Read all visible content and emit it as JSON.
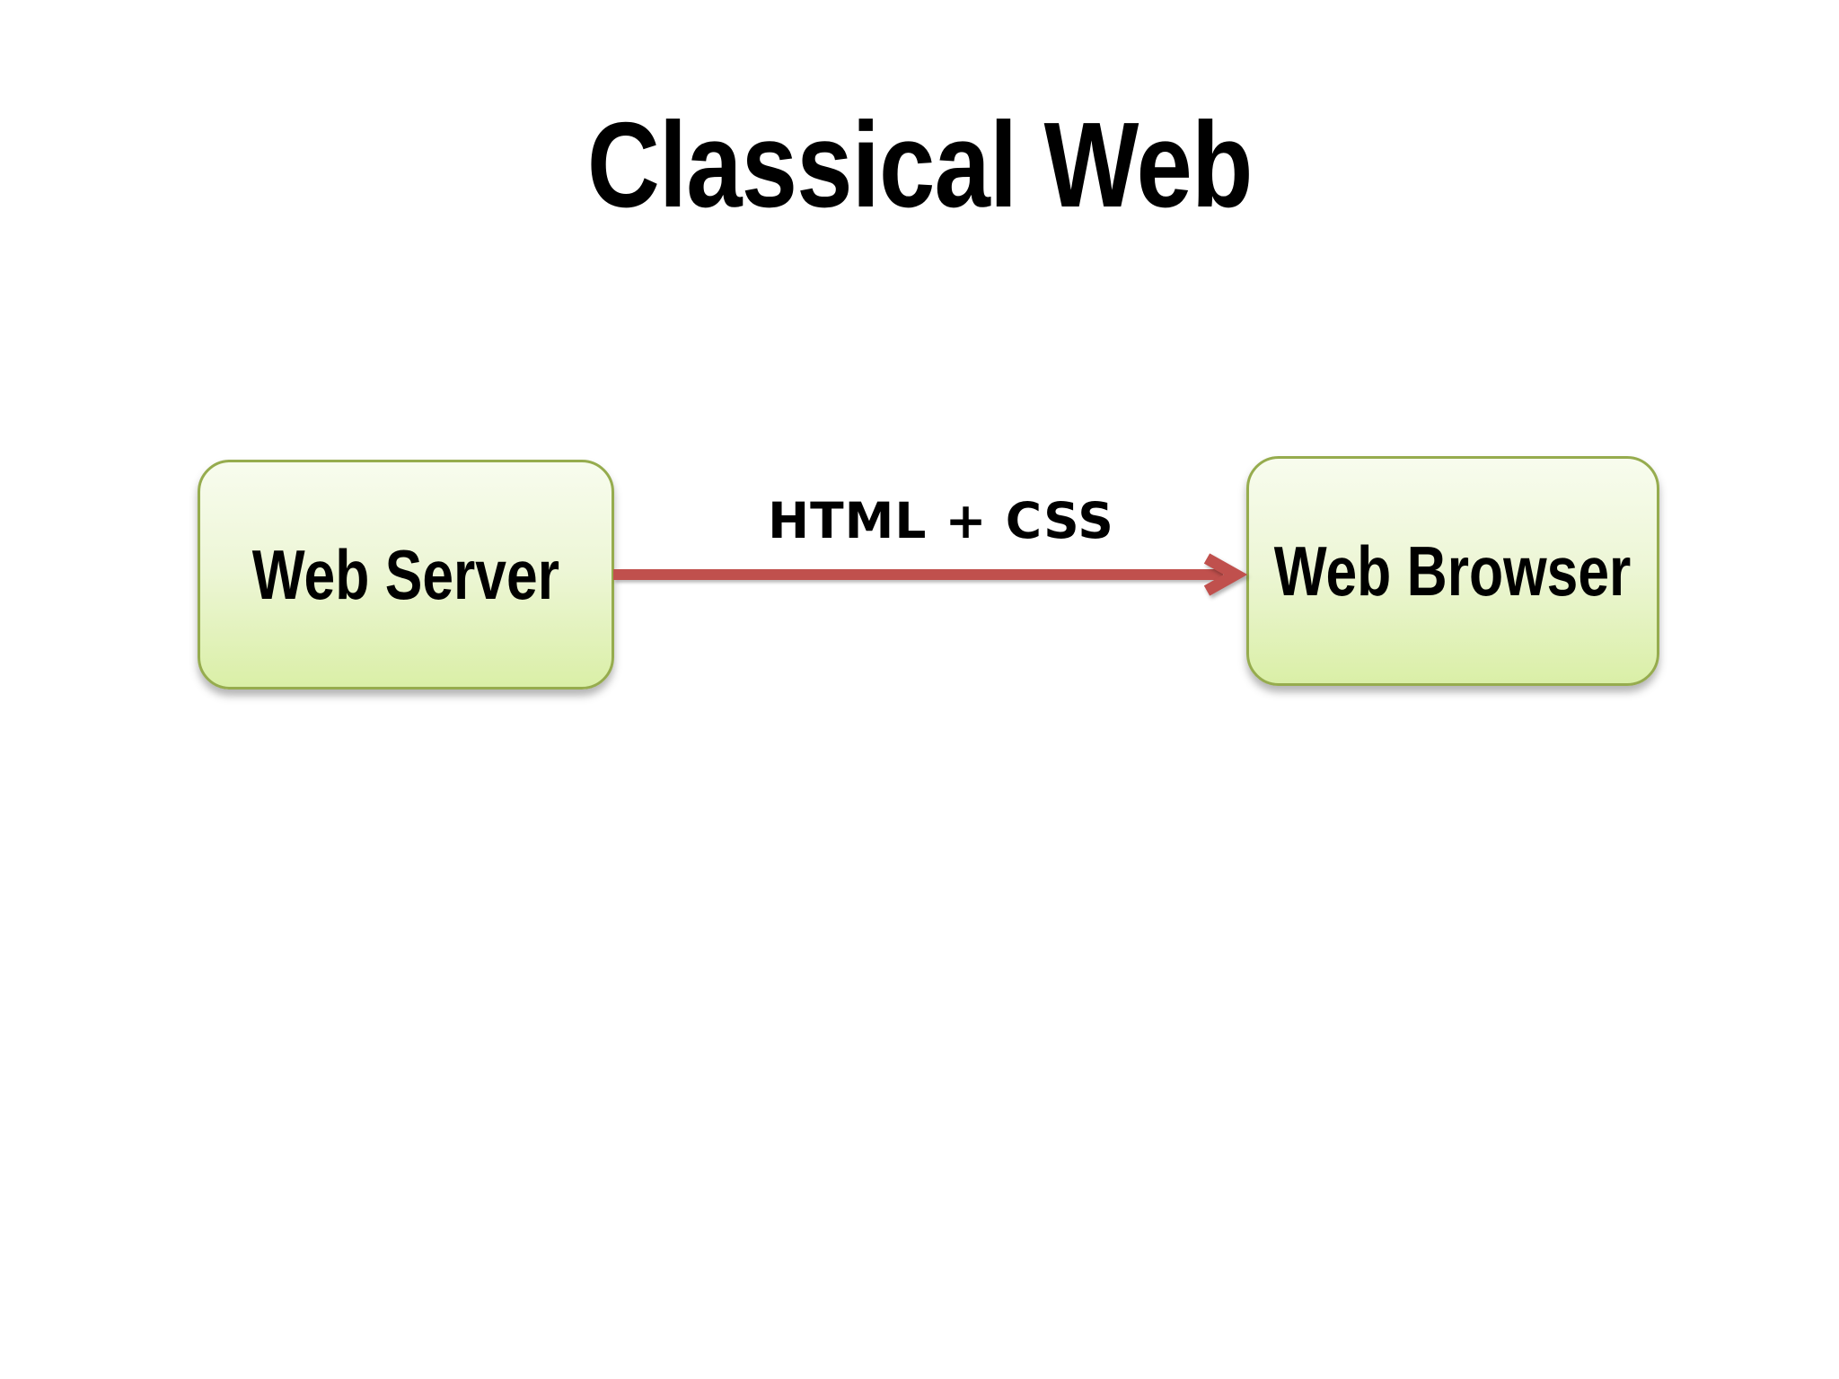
{
  "slide": {
    "title": "Classical Web",
    "nodes": [
      {
        "id": "web-server",
        "label": "Web Server"
      },
      {
        "id": "web-browser",
        "label": "Web Browser"
      }
    ],
    "connection": {
      "label": "HTML + CSS",
      "from": "web-server",
      "to": "web-browser",
      "direction": "left-to-right"
    },
    "colors": {
      "bg": "#ffffff",
      "node-border": "#96ac4e",
      "node-fill-top": "#f8fcee",
      "node-fill-mid": "#edf6d6",
      "node-fill-bottom": "#daefa7",
      "arrow": "#c0504d",
      "text": "#000000"
    }
  }
}
